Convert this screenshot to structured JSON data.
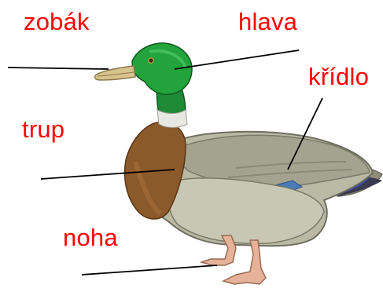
{
  "labels": {
    "beak": "zobák",
    "head": "hlava",
    "wing": "křídlo",
    "body": "trup",
    "leg": "noha"
  },
  "colors": {
    "label_text": "#ff0000",
    "leader_line": "#000000",
    "head_green": "#1f9a3a",
    "beak_tan": "#d6c28e",
    "breast_brown": "#8b5a2b",
    "body_grey": "#b8b8a6",
    "leg_orange": "#e8b49a",
    "speculum_blue": "#3a4aa8"
  },
  "image": {
    "subject": "mallard-duck-drake"
  }
}
